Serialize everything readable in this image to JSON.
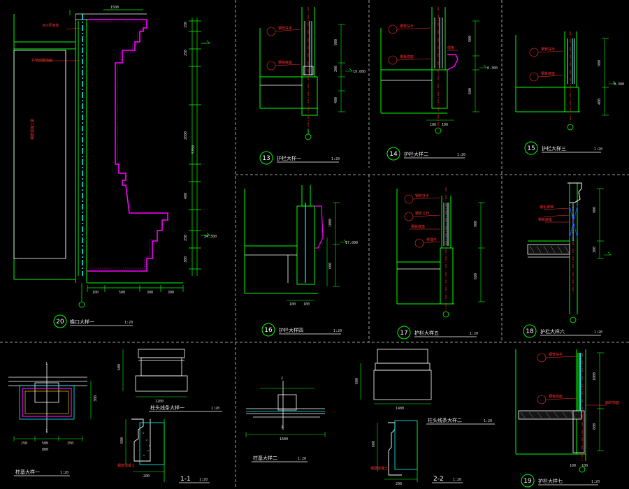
{
  "details": [
    {
      "id": "13",
      "title": "护栏大样一",
      "scale": "1:20"
    },
    {
      "id": "14",
      "title": "护栏大样二",
      "scale": "1:20"
    },
    {
      "id": "15",
      "title": "护栏大样三",
      "scale": "1:20"
    },
    {
      "id": "16",
      "title": "护栏大样四",
      "scale": "1:20"
    },
    {
      "id": "17",
      "title": "护栏大样五",
      "scale": "1:20"
    },
    {
      "id": "18",
      "title": "护栏大样六",
      "scale": "1:20"
    },
    {
      "id": "19",
      "title": "护栏大样七",
      "scale": "1:20"
    },
    {
      "id": "20",
      "title": "檐口大样一",
      "scale": "1:20"
    }
  ],
  "sections": {
    "base1": {
      "title": "柱基大样一",
      "scale": "1:20"
    },
    "cap1": {
      "title": "柱头线条大样一",
      "scale": "1:20"
    },
    "s11": {
      "title": "1-1",
      "scale": "1:20"
    },
    "cap2": {
      "title": "柱头线条大样二",
      "scale": "1:20"
    },
    "base2": {
      "title": "柱基大样二",
      "scale": "1:20"
    },
    "s22": {
      "title": "2-2",
      "scale": "1:20"
    }
  },
  "levels": {
    "l13": "19.000",
    "l14": "0.300",
    "l15": "0.300",
    "l16": "17.000",
    "l20": "24.300"
  },
  "colors": {
    "bg": "#000000",
    "green": "#00ff00",
    "cyan": "#00ffff",
    "magenta": "#ff00ff",
    "white": "#ffffff",
    "red": "#ff2020",
    "yellow": "#ffff00",
    "divider": "#d0d0d0"
  }
}
